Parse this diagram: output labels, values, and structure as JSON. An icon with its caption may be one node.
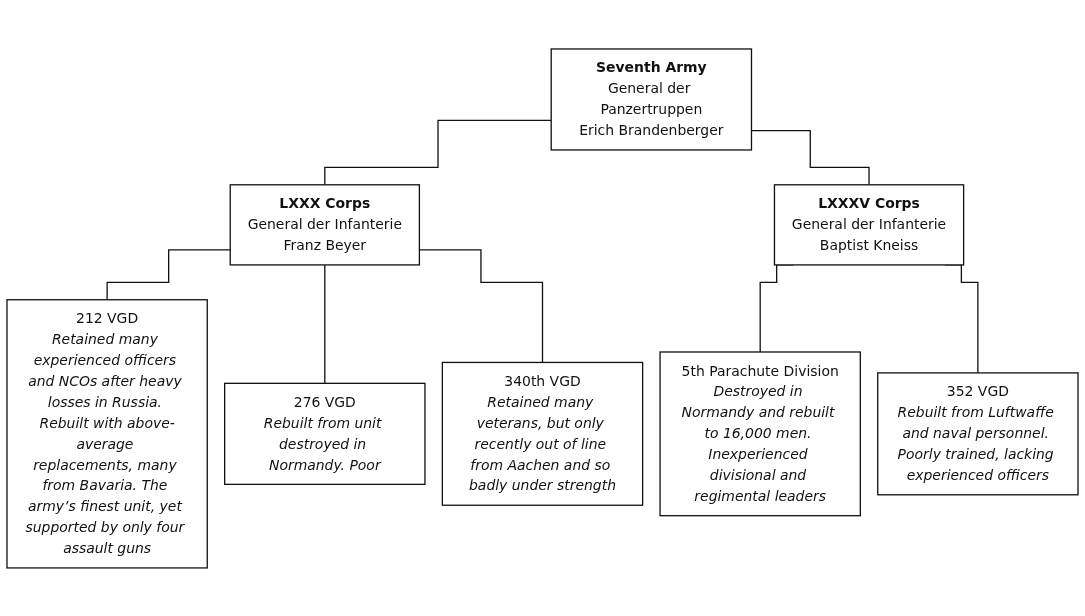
{
  "diagram": {
    "nodes": [
      {
        "text": [
          "Seventh Army",
          "General der Panzertruppen",
          "Erich Brandenberger"
        ]
      },
      {
        "text": [
          "LXXX Corps",
          "General der Infanterie",
          "Franz Beyer"
        ]
      },
      {
        "text": [
          "LXXXV Corps",
          "General der Infanterie",
          "Baptist Kneiss"
        ]
      },
      {
        "text": [
          "212 VGD",
          "Retained many experienced officers and NCOs after heavy losses in Russia. Rebuilt with above-average replacements, many from Bavaria. The army’s finest unit, yet supported by only four assault guns"
        ]
      },
      {
        "text": [
          "276 VGD",
          "Rebuilt from unit destroyed in Normandy. Poor"
        ]
      },
      {
        "text": [
          "340th VGD",
          "Retained many veterans, but only recently out of line from Aachen and so badly under strength"
        ]
      },
      {
        "text": [
          "5th Parachute Division",
          "Destroyed in Normandy and rebuilt to 16,000 men. Inexperienced divisional and regimental leaders"
        ]
      },
      {
        "text": [
          "352 VGD",
          "Rebuilt from Luftwaffe and naval personnel. Poorly trained, lacking experienced officers"
        ]
      }
    ],
    "edges": [
      {
        "from": 0,
        "to": 1,
        "arrow": "none"
      },
      {
        "from": 0,
        "to": 2,
        "arrow": "none"
      },
      {
        "from": 1,
        "to": 3,
        "arrow": "none"
      },
      {
        "from": 1,
        "to": 4,
        "arrow": "none"
      },
      {
        "from": 1,
        "to": 5,
        "arrow": "none"
      },
      {
        "from": 2,
        "to": 6,
        "arrow": "none"
      },
      {
        "from": 2,
        "to": 7,
        "arrow": "none"
      }
    ]
  }
}
